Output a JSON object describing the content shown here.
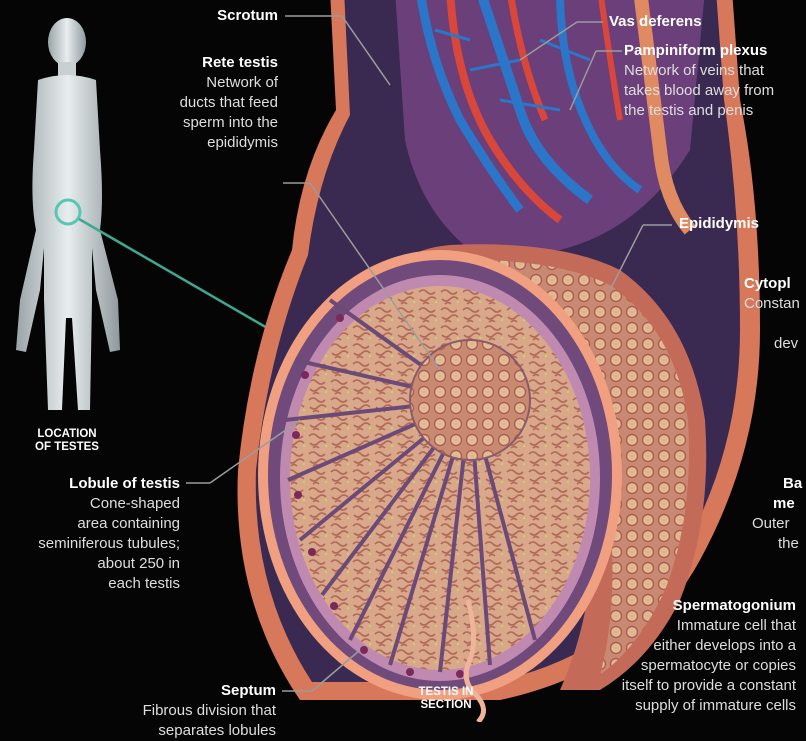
{
  "labels": {
    "scrotum": {
      "title": "Scrotum"
    },
    "vas_deferens": {
      "title": "Vas deferens"
    },
    "pampiniform": {
      "title": "Pampiniform plexus",
      "desc": [
        "Network of veins that",
        "takes blood away from",
        "the testis and penis"
      ]
    },
    "rete_testis": {
      "title": "Rete testis",
      "desc": [
        "Network of",
        "ducts that feed",
        "sperm into the",
        "epididymis"
      ]
    },
    "epididymis": {
      "title": "Epididymis"
    },
    "cytoplasm": {
      "title": "Cytopl",
      "desc": [
        "Constan",
        "",
        "dev"
      ]
    },
    "location": {
      "lines": [
        "LOCATION",
        "OF TESTES"
      ]
    },
    "basement": {
      "title": "Ba",
      "title2": "me",
      "desc": [
        "Outer",
        "the"
      ]
    },
    "lobule": {
      "title": "Lobule of testis",
      "desc": [
        "Cone-shaped",
        "area containing",
        "seminiferous tubules;",
        "about 250 in",
        "each testis"
      ]
    },
    "spermatogonium": {
      "title": "Spermatogonium",
      "desc": [
        "Immature cell that",
        "either develops into a",
        "spermatocyte or copies",
        "itself to provide a constant",
        "supply of immature cells"
      ]
    },
    "septum": {
      "title": "Septum",
      "desc": [
        "Fibrous division that",
        "separates lobules"
      ]
    },
    "section": {
      "lines": [
        "TESTIS IN",
        "SECTION"
      ]
    }
  }
}
